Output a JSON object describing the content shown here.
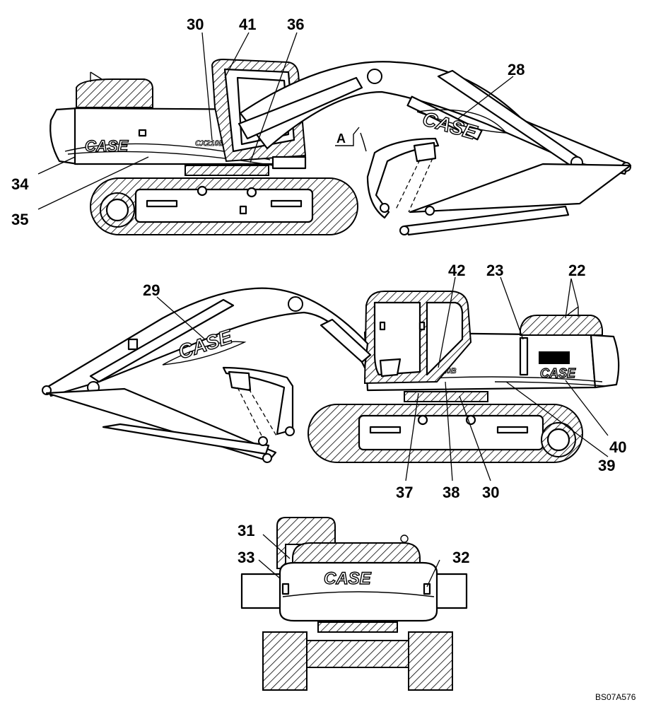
{
  "figure": {
    "reference_code": "BS07A576",
    "view_marker": "A",
    "brand_logo": "CASE",
    "model_badge": "CX210B"
  },
  "callouts": {
    "c22": "22",
    "c23": "23",
    "c28": "28",
    "c29": "29",
    "c30": "30",
    "c31": "31",
    "c32": "32",
    "c33": "33",
    "c34": "34",
    "c35": "35",
    "c36": "36",
    "c37": "37",
    "c38": "38",
    "c39": "39",
    "c40": "40",
    "c41": "41",
    "c42": "42"
  }
}
